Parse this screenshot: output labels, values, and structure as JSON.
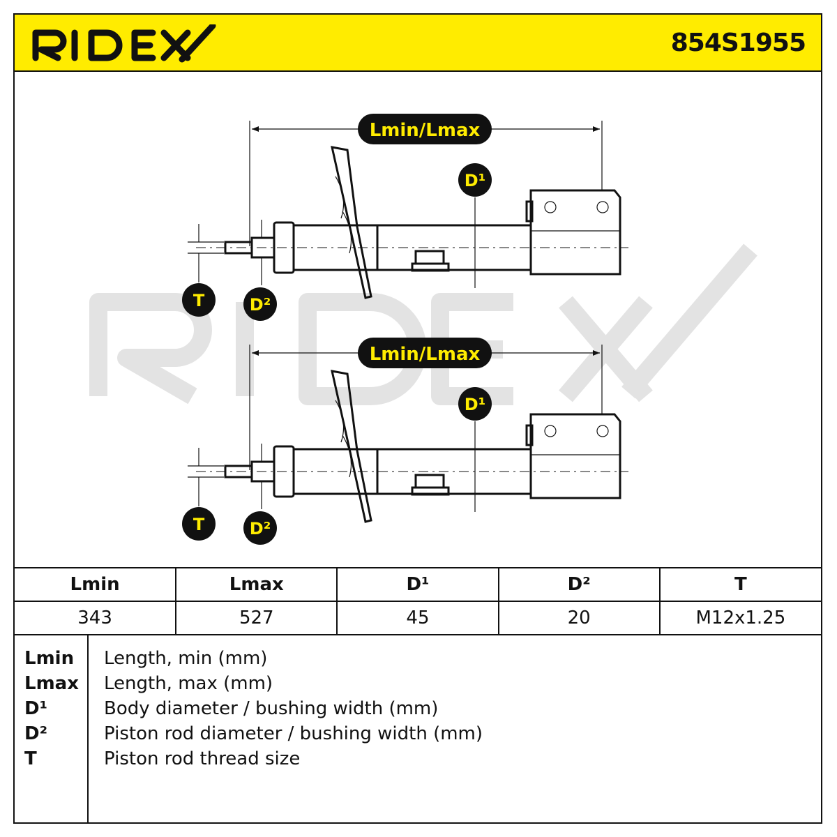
{
  "header": {
    "brand": "RIDEX",
    "part_number": "854S1955",
    "background_color": "#ffec00"
  },
  "diagram": {
    "watermark": "RIDEX",
    "labels": {
      "length": "Lmin/Lmax",
      "d1": "D¹",
      "d2": "D²",
      "t": "T"
    }
  },
  "table": {
    "headers": [
      "Lmin",
      "Lmax",
      "D¹",
      "D²",
      "T"
    ],
    "values": [
      "343",
      "527",
      "45",
      "20",
      "M12x1.25"
    ]
  },
  "legend": [
    {
      "key": "Lmin",
      "desc": "Length, min (mm)"
    },
    {
      "key": "Lmax",
      "desc": "Length, max (mm)"
    },
    {
      "key": "D¹",
      "desc": "Body diameter / bushing width (mm)"
    },
    {
      "key": "D²",
      "desc": "Piston rod diameter / bushing width (mm)"
    },
    {
      "key": "T",
      "desc": "Piston rod thread size"
    }
  ]
}
